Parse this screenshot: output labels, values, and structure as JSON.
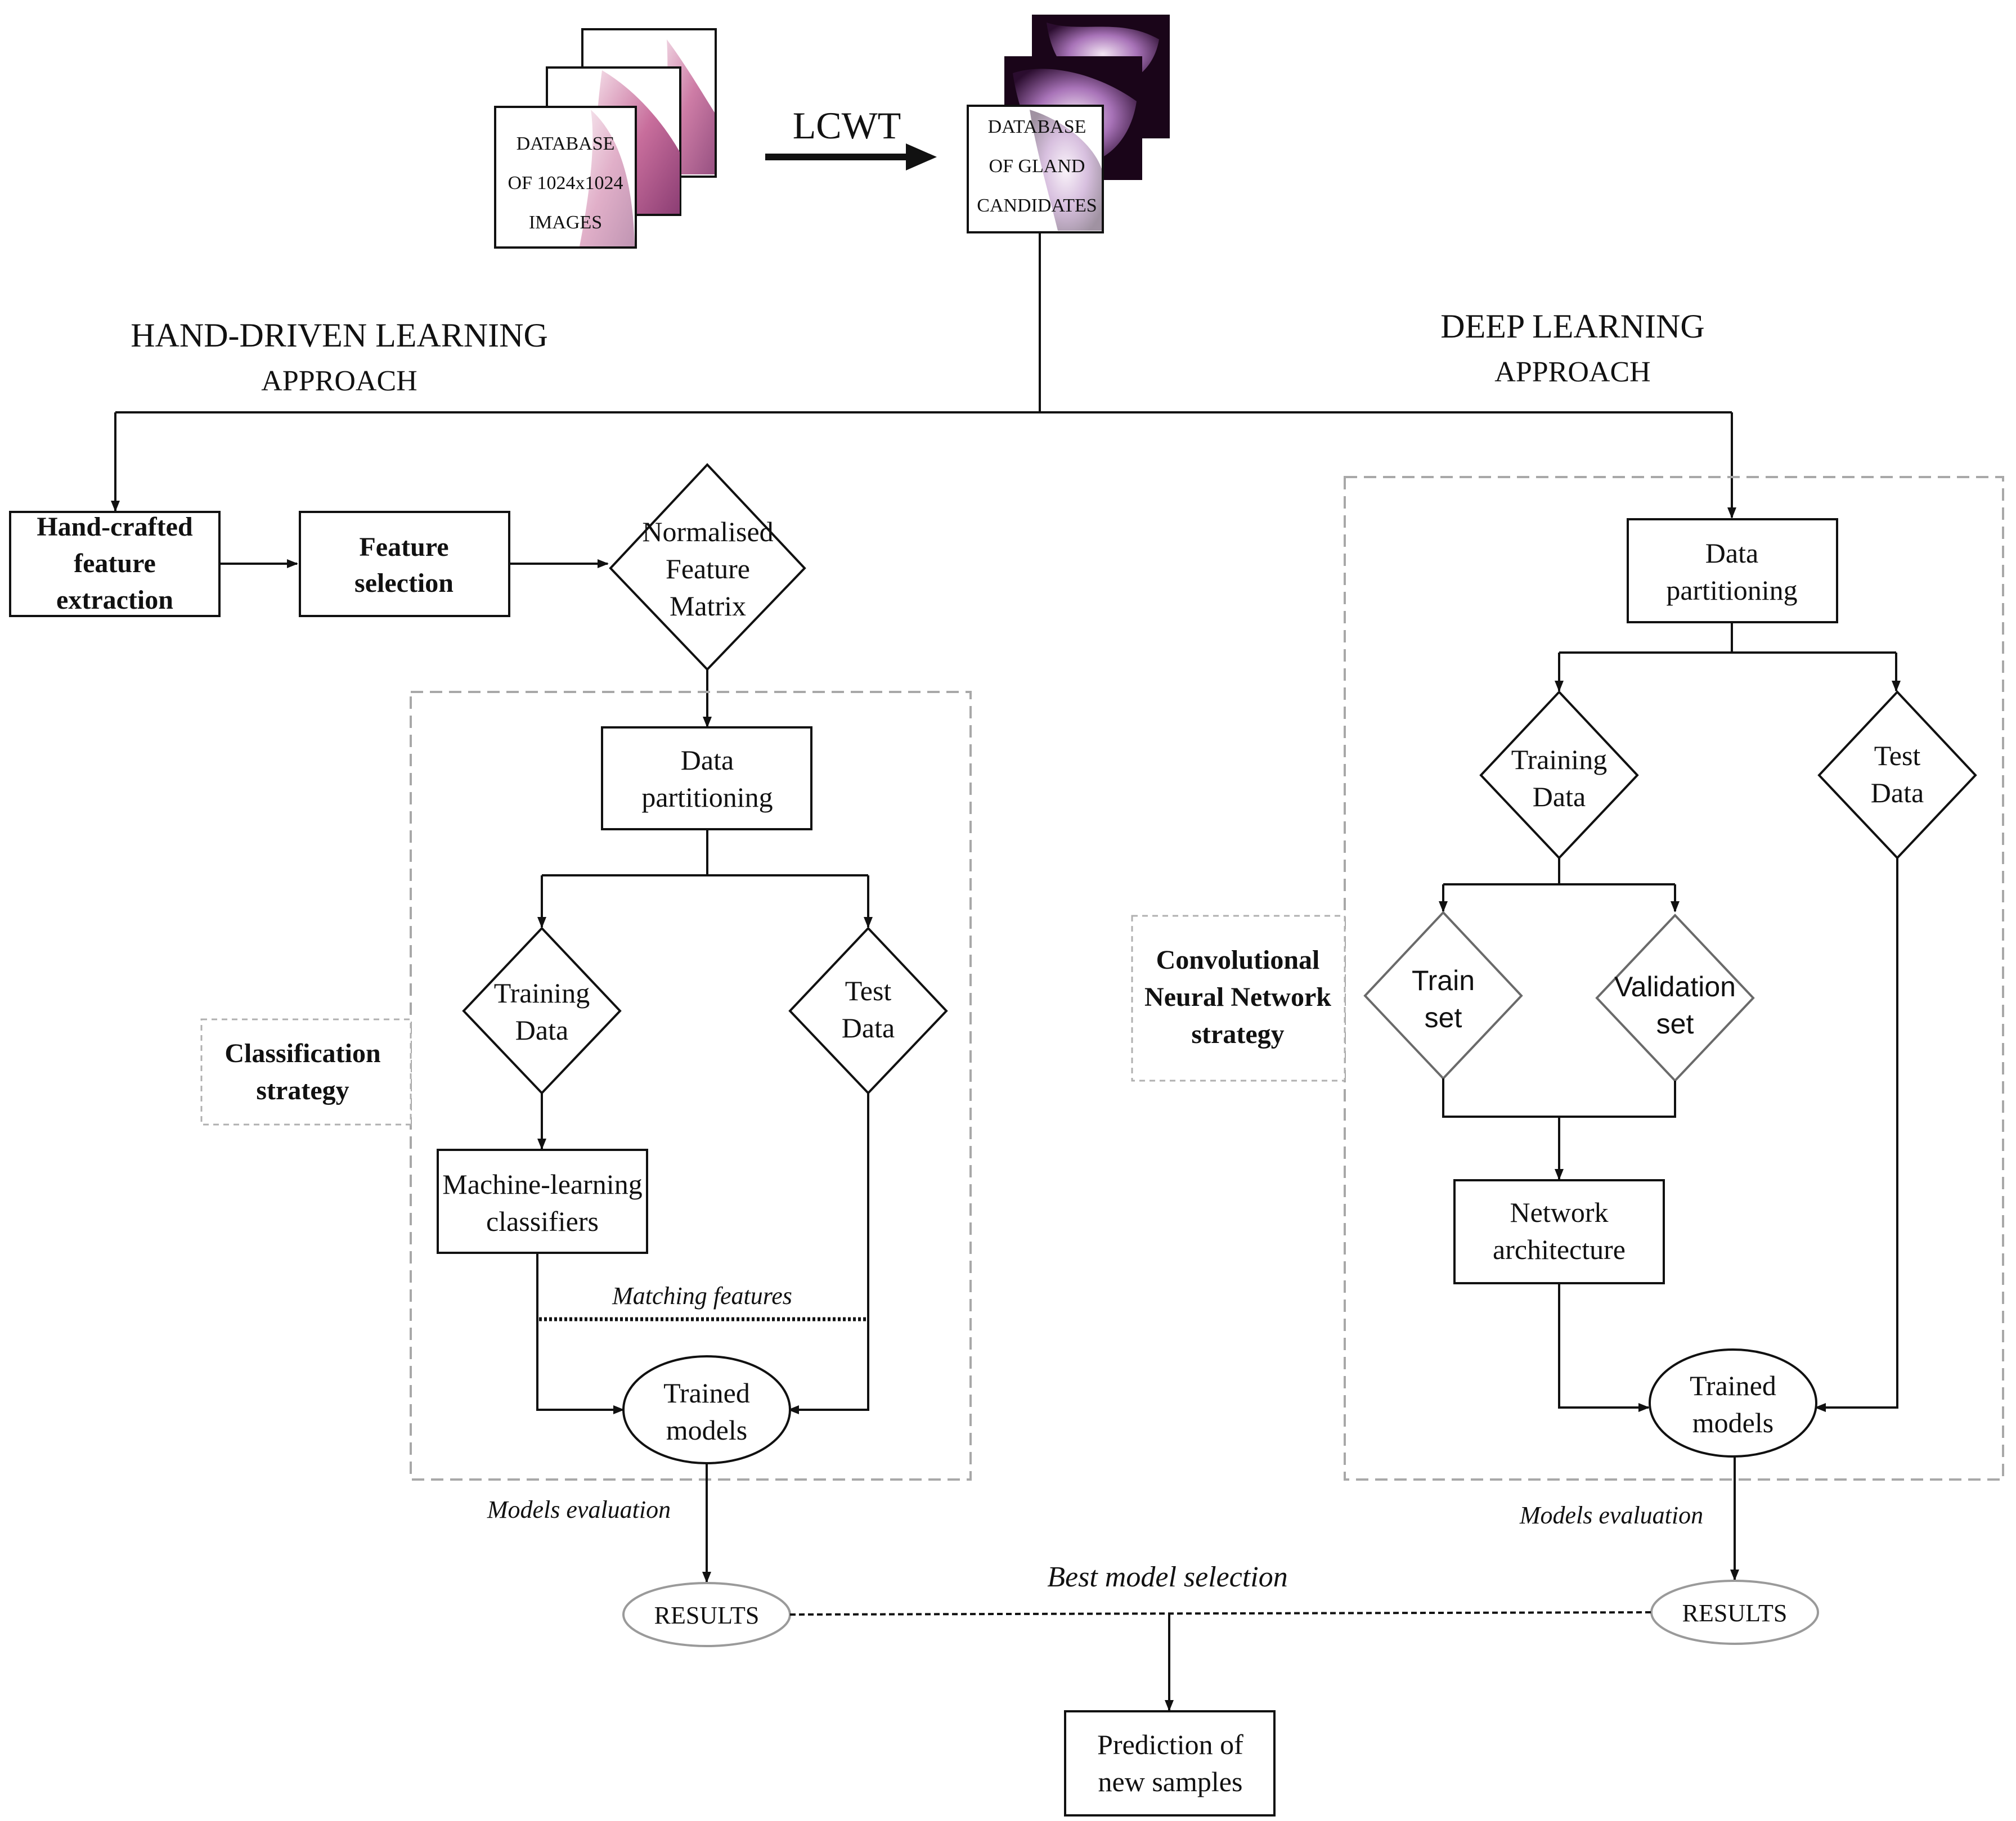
{
  "images": {
    "database_full": [
      "DATABASE",
      "OF 1024x1024",
      "IMAGES"
    ],
    "transform_label": "LCWT",
    "database_gland": [
      "DATABASE",
      "OF GLAND",
      "CANDIDATES"
    ]
  },
  "headings": {
    "hand_driven_line1": "HAND-DRIVEN LEARNING",
    "hand_driven_line2": "APPROACH",
    "deep_line1": "DEEP LEARNING",
    "deep_line2": "APPROACH"
  },
  "hand_driven": {
    "feature_extraction": [
      "Hand-crafted",
      "feature",
      "extraction"
    ],
    "feature_selection": [
      "Feature",
      "selection"
    ],
    "normalised_matrix": [
      "Normalised",
      "Feature",
      "Matrix"
    ],
    "strategy_label": [
      "Classification",
      "strategy"
    ],
    "data_partitioning": [
      "Data",
      "partitioning"
    ],
    "training_data": [
      "Training",
      "Data"
    ],
    "test_data": [
      "Test",
      "Data"
    ],
    "classifiers": [
      "Machine-learning",
      "classifiers"
    ],
    "matching_features": "Matching features",
    "trained_models": [
      "Trained",
      "models"
    ],
    "models_evaluation": "Models evaluation",
    "results": "RESULTS"
  },
  "deep": {
    "strategy_label": [
      "Convolutional",
      "Neural Network",
      "strategy"
    ],
    "data_partitioning": [
      "Data",
      "partitioning"
    ],
    "training_data": [
      "Training",
      "Data"
    ],
    "test_data": [
      "Test",
      "Data"
    ],
    "train_set": [
      "Train",
      "set"
    ],
    "validation_set": [
      "Validation",
      "set"
    ],
    "network_architecture": [
      "Network",
      "architecture"
    ],
    "trained_models": [
      "Trained",
      "models"
    ],
    "models_evaluation": "Models evaluation",
    "results": "RESULTS"
  },
  "final": {
    "best_model_selection": "Best model selection",
    "prediction": [
      "Prediction of",
      "new samples"
    ]
  }
}
